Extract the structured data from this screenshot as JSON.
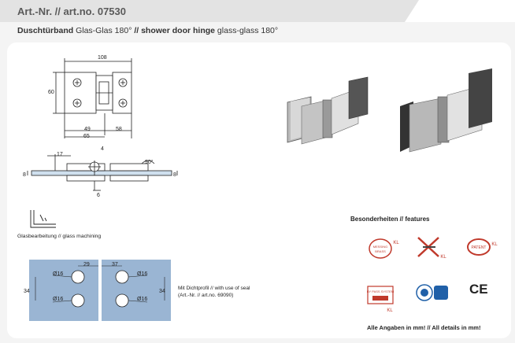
{
  "header": {
    "art_no": "Art.-Nr. // art.no. 07530"
  },
  "subtitle": {
    "de_bold": "Duschtürband",
    "de_rest": " Glas-Glas 180° ",
    "sep": "// ",
    "en_bold": "shower door hinge",
    "en_rest": " glass-glass 180°"
  },
  "drawing_top": {
    "dim_width": "108",
    "dim_height": "60",
    "dim_left": "49",
    "dim_right": "58",
    "dim_total": "65"
  },
  "drawing_side": {
    "dim_17": "17",
    "dim_4": "4",
    "dim_90": "90°",
    "dim_8_left": "8",
    "dim_8_right": "8",
    "dim_6": "6"
  },
  "glass_machining_label": "Glasbearbeitung // glass machining",
  "glass_drawing": {
    "dim_29": "29",
    "dim_37": "37",
    "dia_1": "Ø16",
    "dia_2": "Ø16",
    "dia_3": "Ø16",
    "dia_4": "Ø16",
    "dim_34_left": "34",
    "dim_34_right": "34"
  },
  "seal_note": {
    "line1": "Mit Dichtprofil // with use of seal",
    "line2": "(Art.-Nr. // art.no. 69090)"
  },
  "features": {
    "title": "Besonderheiten // features",
    "icons": [
      "messing-brass-icon",
      "kl-tools-icon",
      "patent-icon",
      "bypass-system-icon",
      "certification-icon",
      "ce-mark-icon"
    ],
    "ce": "CE",
    "patent": "PATENT",
    "kl": "KL",
    "messing": "MESSING",
    "brass": "BRASS",
    "bypass": "BY PASS SYSTEM"
  },
  "footer_note": "Alle Angaben in mm! // All details in mm!"
}
